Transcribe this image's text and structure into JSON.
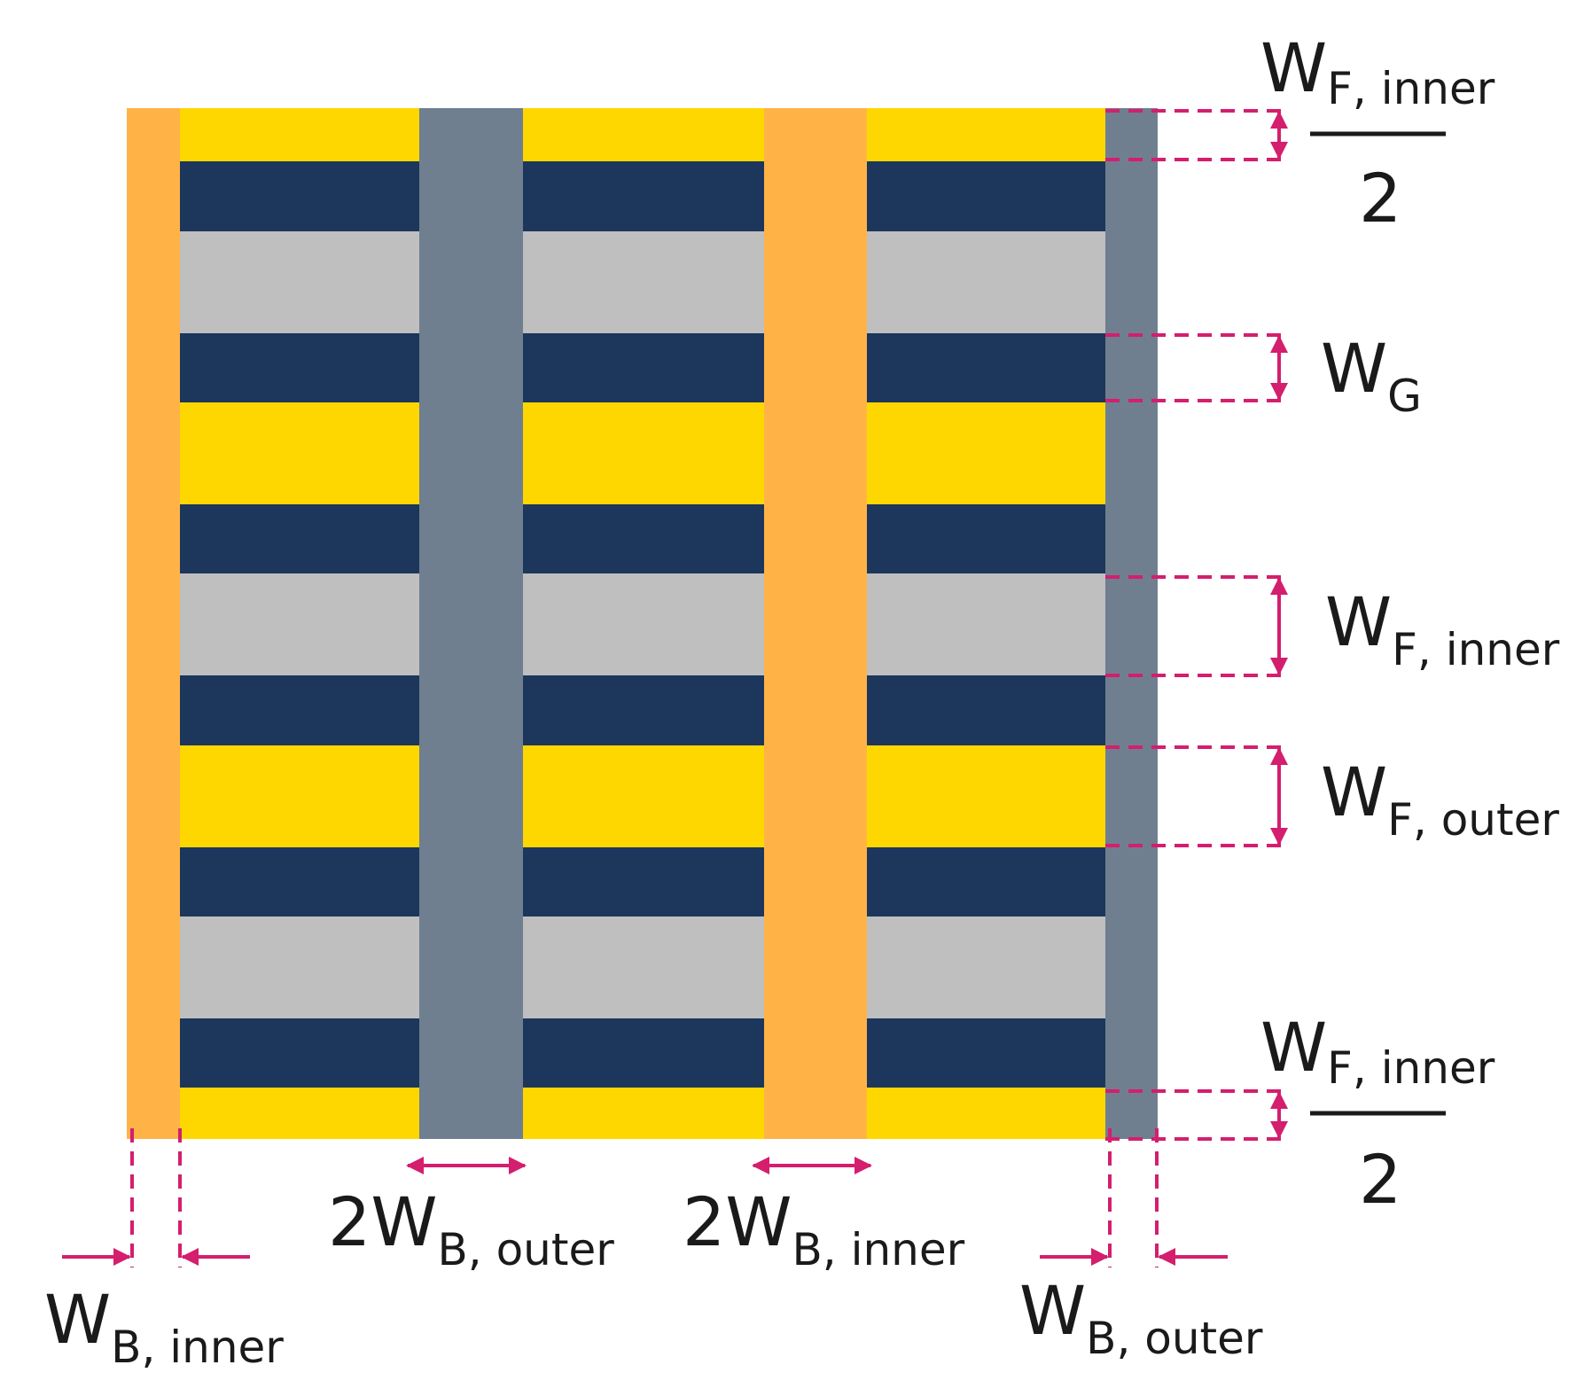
{
  "colors": {
    "inner_busbar": "#FFB347",
    "outer_busbar": "#6F7F90",
    "finger_outer": "#FFD700",
    "finger_inner": "#BFBFBF",
    "gap": "#1C365C",
    "annotation": "#D41E6E",
    "text": "#1A1A1A"
  },
  "labels": {
    "wf_inner_half_top": {
      "main": "W",
      "sub": "F, inner",
      "denominator": "2"
    },
    "wg": {
      "main": "W",
      "sub": "G"
    },
    "wf_inner": {
      "main": "W",
      "sub": "F, inner"
    },
    "wf_outer": {
      "main": "W",
      "sub": "F, outer"
    },
    "wf_inner_half_bottom": {
      "main": "W",
      "sub": "F, inner",
      "denominator": "2"
    },
    "two_wb_outer": {
      "main": "2W",
      "sub": "B, outer"
    },
    "two_wb_inner": {
      "main": "2W",
      "sub": "B, inner"
    },
    "wb_inner": {
      "main": "W",
      "sub": "B, inner"
    },
    "wb_outer": {
      "main": "W",
      "sub": "B, outer"
    }
  }
}
